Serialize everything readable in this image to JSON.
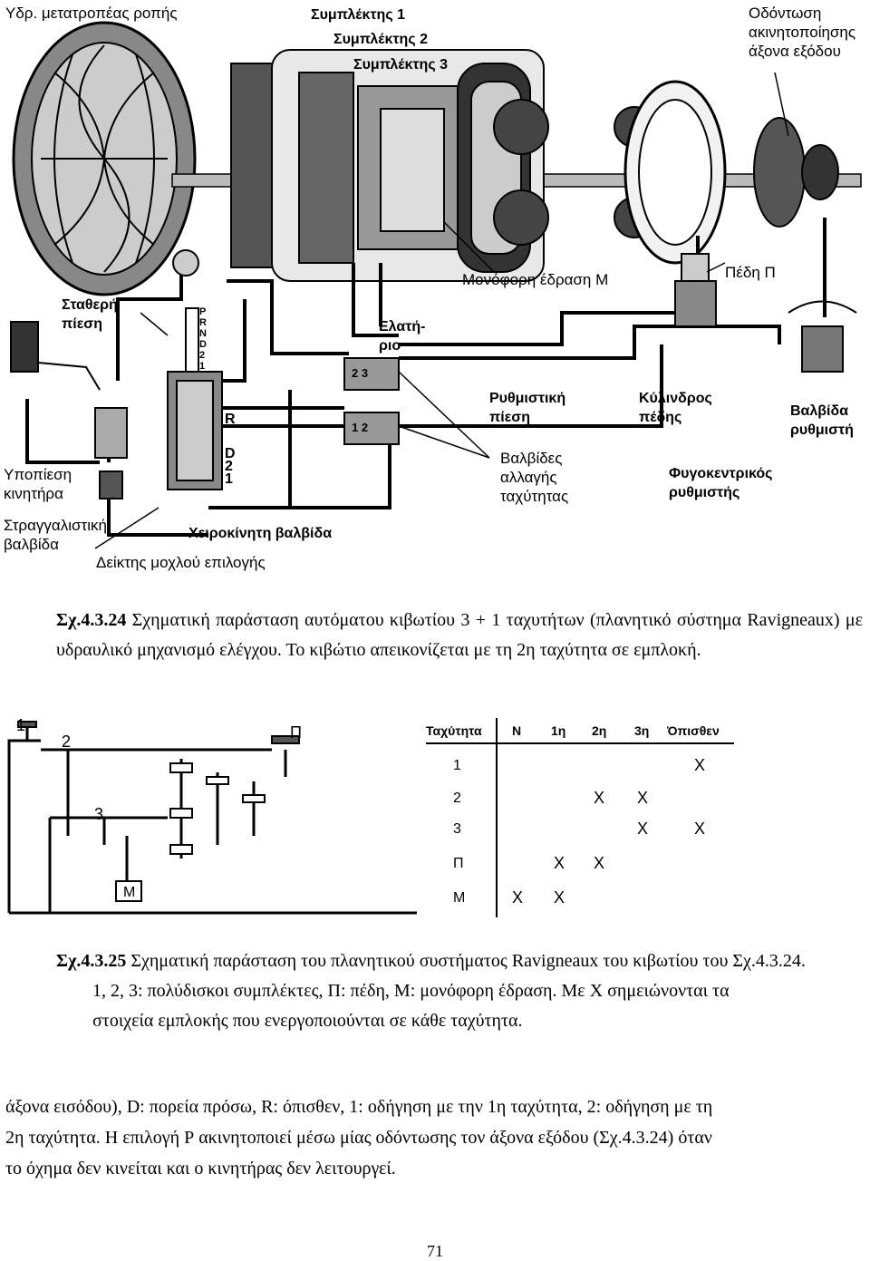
{
  "figure1": {
    "labels": {
      "torque_converter": "Υδρ. μετατροπέας ροπής",
      "clutch1": "Συμπλέκτης 1",
      "clutch2": "Συμπλέκτης 2",
      "clutch3": "Συμπλέκτης 3",
      "output_gear": "Οδόντωση\nακινητοποίησης\nάξονα εξόδου",
      "one_way": "Μονόφορη έδραση Μ",
      "brake": "Πέδη Π",
      "constant_pressure": "Σταθερή\nπίεση",
      "spring": "Ελατή-\nριο",
      "regulating_pressure": "Ρυθμιστική\nπίεση",
      "brake_cylinder": "Κύλινδρος\nπέδης",
      "regulator_valve": "Βαλβίδα\nρυθμιστή",
      "engine_vacuum": "Υποπίεση\nκινητήρα",
      "shift_valves": "Βαλβίδες\nαλλαγής\nταχύτητας",
      "centrifugal_regulator": "Φυγοκεντρικός\nρυθμιστής",
      "throttle_valve": "Στραγγαλιστική\nβαλβίδα",
      "manual_valve": "Χειροκίνητη  βαλβίδα",
      "selector_indicator": "Δείκτης μοχλού επιλογής",
      "selector_letters": "P\nR\nN\nD\n2\n1",
      "valve_pos_r": "R",
      "valve_pos_d": "D",
      "valve_pos_2": "2",
      "valve_pos_1": "1",
      "valve_2_3": "2 3",
      "valve_1_2": "1 2"
    }
  },
  "caption1": {
    "number": "Σχ.4.3.24",
    "text": " Σχηματική παράσταση αυτόματου κιβωτίου 3 + 1 ταχυτήτων (πλανητικό σύστημα Ravigneaux) με υδραυλικό μηχανισμό ελέγχου. Το κιβώτιο απεικονίζεται με τη 2η ταχύτητα σε εμπλοκή."
  },
  "figure2": {
    "labels": {
      "c1": "1",
      "c2": "2",
      "c3": "3",
      "brake": "Π",
      "oneway": "Μ"
    },
    "table": {
      "headers": [
        "Ταχύτητα",
        "N",
        "1η",
        "2η",
        "3η",
        "Όπισθεν"
      ],
      "rows": [
        {
          "label": "1",
          "marks": [
            "",
            "",
            "",
            "",
            "X"
          ]
        },
        {
          "label": "2",
          "marks": [
            "",
            "",
            "X",
            "X",
            ""
          ]
        },
        {
          "label": "3",
          "marks": [
            "",
            "",
            "",
            "X",
            "X"
          ]
        },
        {
          "label": "Π",
          "marks": [
            "",
            "X",
            "X",
            "",
            ""
          ]
        },
        {
          "label": "M",
          "marks": [
            "X",
            "X",
            "",
            "",
            ""
          ]
        }
      ]
    }
  },
  "caption2": {
    "number": "Σχ.4.3.25",
    "line1": " Σχηματική παράσταση του πλανητικού συστήματος Ravigneaux του κιβωτίου του Σχ.4.3.24.",
    "line2": "1, 2, 3: πολύδισκοι συμπλέκτες, Π: πέδη, Μ: μονόφορη έδραση. Με Χ σημειώνονται τα",
    "line3": "στοιχεία εμπλοκής που ενεργοποιούνται σε κάθε ταχύτητα."
  },
  "body": {
    "line1": "άξονα εισόδου), D: πορεία πρόσω, R: όπισθεν, 1: οδήγηση με την 1η ταχύτητα, 2: οδήγηση με τη",
    "line2": "2η ταχύτητα. Η επιλογή Ρ ακινητοποιεί μέσω μίας οδόντωσης τον άξονα εξόδου (Σχ.4.3.24) όταν",
    "line3": "το όχημα δεν κινείται και ο κινητήρας δεν λειτουργεί."
  },
  "page_number": "71"
}
